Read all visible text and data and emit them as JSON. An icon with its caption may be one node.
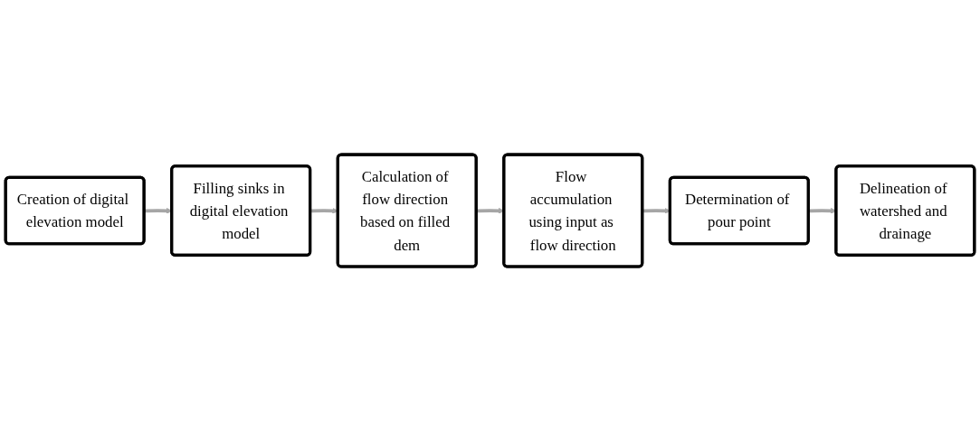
{
  "diagram": {
    "nodes": [
      {
        "text": [
          "Creation of digital elevation model"
        ]
      },
      {
        "text": [
          "Filling sinks in digital elevation model"
        ]
      },
      {
        "text": [
          "Calculation of flow direction based on filled dem"
        ]
      },
      {
        "text": [
          "Flow accumulation using input as flow direction"
        ]
      },
      {
        "text": [
          "Determination of pour point"
        ]
      },
      {
        "text": [
          "Delineation of watershed and drainage"
        ]
      }
    ],
    "edges": [
      {
        "from": 0,
        "to": 1,
        "arrow": "to"
      },
      {
        "from": 1,
        "to": 2,
        "arrow": "to"
      },
      {
        "from": 2,
        "to": 3,
        "arrow": "to"
      },
      {
        "from": 3,
        "to": 4,
        "arrow": "to"
      },
      {
        "from": 4,
        "to": 5,
        "arrow": "to"
      }
    ]
  }
}
